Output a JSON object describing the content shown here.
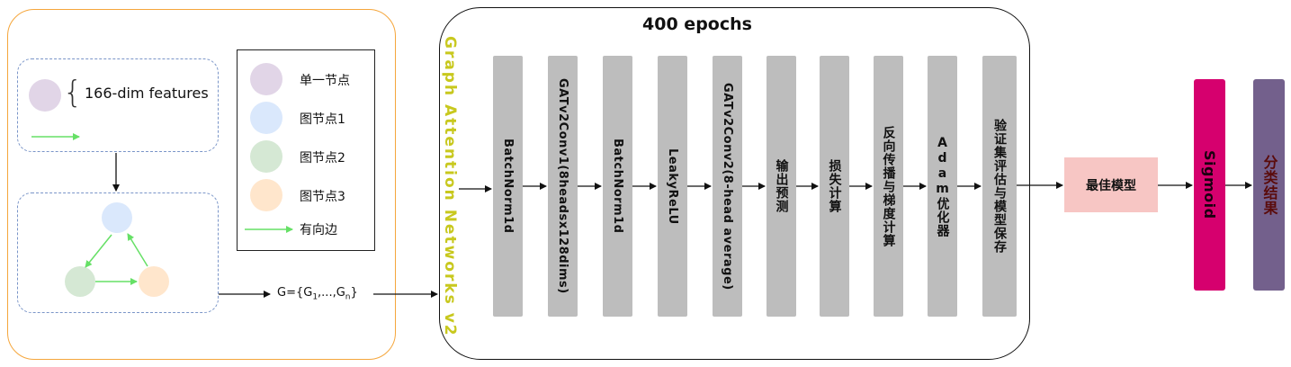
{
  "input": {
    "feature_label": "166-dim features",
    "graph_set_prefix": "G={G",
    "graph_set_sub1": "1",
    "graph_set_mid": ",...,G",
    "graph_set_subn": "n",
    "graph_set_suffix": "}"
  },
  "legend": {
    "items": [
      {
        "label": "单一节点",
        "color": "#e1d5e7"
      },
      {
        "label": "图节点1",
        "color": "#dae8fc"
      },
      {
        "label": "图节点2",
        "color": "#d5e8d4"
      },
      {
        "label": "图节点3",
        "color": "#ffe6cc"
      }
    ],
    "edge_label": "有向边",
    "edge_color": "#66e066"
  },
  "model": {
    "title": "400 epochs",
    "network_name": "Graph Attention Networks v2",
    "network_color": "#c8c81e",
    "steps": [
      "BatchNorm1d",
      "GATv2Conv1(8headsx128dims)",
      "BatchNorm1d",
      "LeakyReLU",
      "GATv2Conv2(8-head average)",
      "输出预测",
      "损失计算",
      "反向传播与梯度计算",
      "Adam优化器",
      "验证集评估与模型保存"
    ]
  },
  "output": {
    "best_model": "最佳模型",
    "sigmoid": "Sigmoid",
    "sigmoid_color": "#d6006e",
    "classification": "分类结果",
    "classification_color": "#73608c",
    "classification_text_color": "#5a0b0b",
    "best_model_color": "#f7c6c4"
  }
}
